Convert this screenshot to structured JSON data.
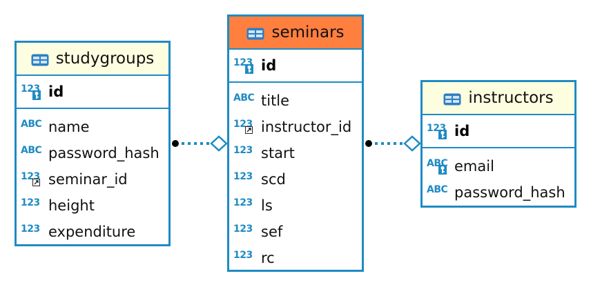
{
  "tables": {
    "studygroups": {
      "name": "studygroups",
      "pk": {
        "name": "id",
        "type_label": "123"
      },
      "columns": [
        {
          "name": "name",
          "type_label": "ABC"
        },
        {
          "name": "password_hash",
          "type_label": "ABC"
        },
        {
          "name": "seminar_id",
          "type_label": "123"
        },
        {
          "name": "height",
          "type_label": "123"
        },
        {
          "name": "expenditure",
          "type_label": "123"
        }
      ]
    },
    "seminars": {
      "name": "seminars",
      "pk": {
        "name": "id",
        "type_label": "123"
      },
      "columns": [
        {
          "name": "title",
          "type_label": "ABC"
        },
        {
          "name": "instructor_id",
          "type_label": "123"
        },
        {
          "name": "start",
          "type_label": "123"
        },
        {
          "name": "scd",
          "type_label": "123"
        },
        {
          "name": "ls",
          "type_label": "123"
        },
        {
          "name": "sef",
          "type_label": "123"
        },
        {
          "name": "rc",
          "type_label": "123"
        }
      ]
    },
    "instructors": {
      "name": "instructors",
      "pk": {
        "name": "id",
        "type_label": "123"
      },
      "columns": [
        {
          "name": "email",
          "type_label": "ABC"
        },
        {
          "name": "password_hash",
          "type_label": "ABC"
        }
      ]
    }
  },
  "colors": {
    "border": "#1e8bc3",
    "header_default": "#fdfde0",
    "header_selected": "#ff7f3f",
    "type_icon": "#1e8bc3",
    "key_badge": "#1e8bc3"
  },
  "icons": {
    "table": "table-grid-icon",
    "primary_key": "key-icon",
    "foreign_key": "foreign-key-icon",
    "string_type": "abc-type-icon",
    "numeric_type": "123-type-icon"
  }
}
